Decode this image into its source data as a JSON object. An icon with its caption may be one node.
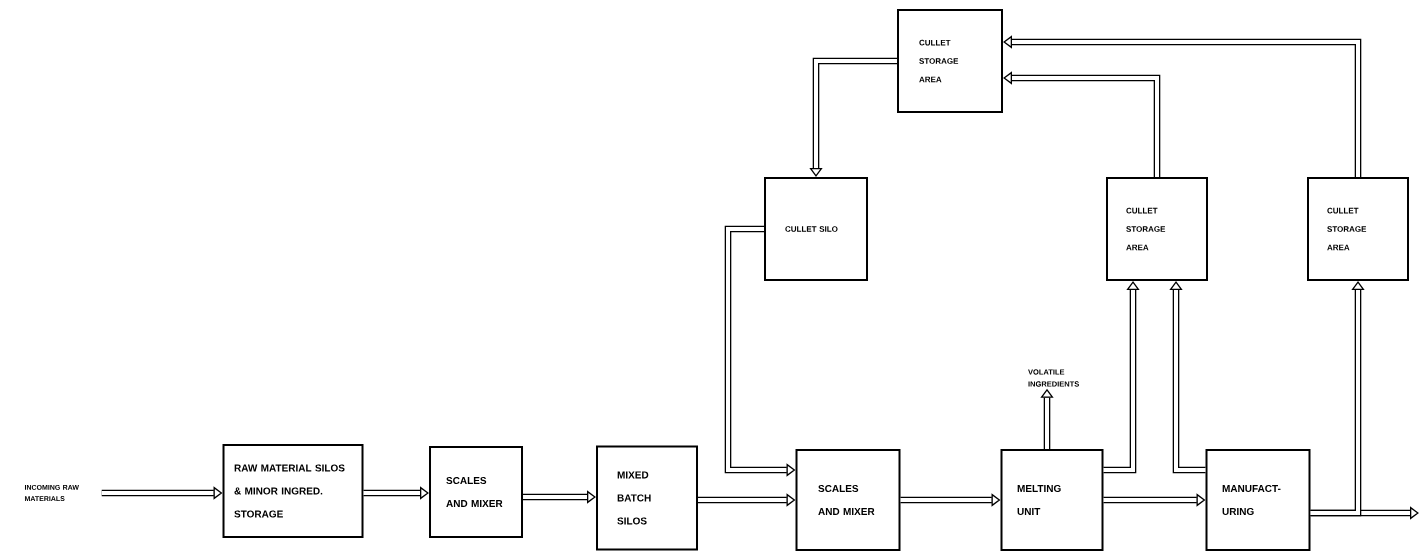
{
  "diagram": {
    "nodes": [
      {
        "text": [
          "INCOMING RAW MATERIALS"
        ]
      },
      {
        "text": [
          "RAW MATERIAL SILOS & MINOR INGRED. STORAGE"
        ]
      },
      {
        "text": [
          "SCALES AND MIXER"
        ]
      },
      {
        "text": [
          "MIXED BATCH SILOS"
        ]
      },
      {
        "text": [
          "SCALES AND MIXER"
        ]
      },
      {
        "text": [
          "MELTING UNIT"
        ]
      },
      {
        "text": [
          "MANUFACT-URING"
        ]
      },
      {
        "text": [
          "VOLATILE INGREDIENTS"
        ]
      },
      {
        "text": [
          "CULLET STORAGE AREA"
        ]
      },
      {
        "text": [
          "CULLET SILO"
        ]
      },
      {
        "text": [
          "CULLET STORAGE AREA"
        ]
      },
      {
        "text": [
          "CULLET STORAGE AREA"
        ]
      }
    ],
    "edges": [
      {
        "from": 0,
        "to": 1,
        "arrow": "to"
      },
      {
        "from": 1,
        "to": 2,
        "arrow": "to"
      },
      {
        "from": 2,
        "to": 3,
        "arrow": "to"
      },
      {
        "from": 3,
        "to": 4,
        "arrow": "to"
      },
      {
        "from": 4,
        "to": 5,
        "arrow": "to"
      },
      {
        "from": 5,
        "to": 6,
        "arrow": "to"
      },
      {
        "from": 6,
        "to": null,
        "arrow": "to"
      },
      {
        "from": 5,
        "to": 7,
        "arrow": "to"
      },
      {
        "from": 9,
        "to": 4,
        "arrow": "to"
      },
      {
        "from": 8,
        "to": 9,
        "arrow": "to"
      },
      {
        "from": 5,
        "to": 10,
        "arrow": "to"
      },
      {
        "from": 6,
        "to": 10,
        "arrow": "to"
      },
      {
        "from": 10,
        "to": 8,
        "arrow": "to"
      },
      {
        "from": 11,
        "to": 8,
        "arrow": "to"
      },
      {
        "from": 6,
        "to": 11,
        "arrow": "to"
      }
    ]
  }
}
